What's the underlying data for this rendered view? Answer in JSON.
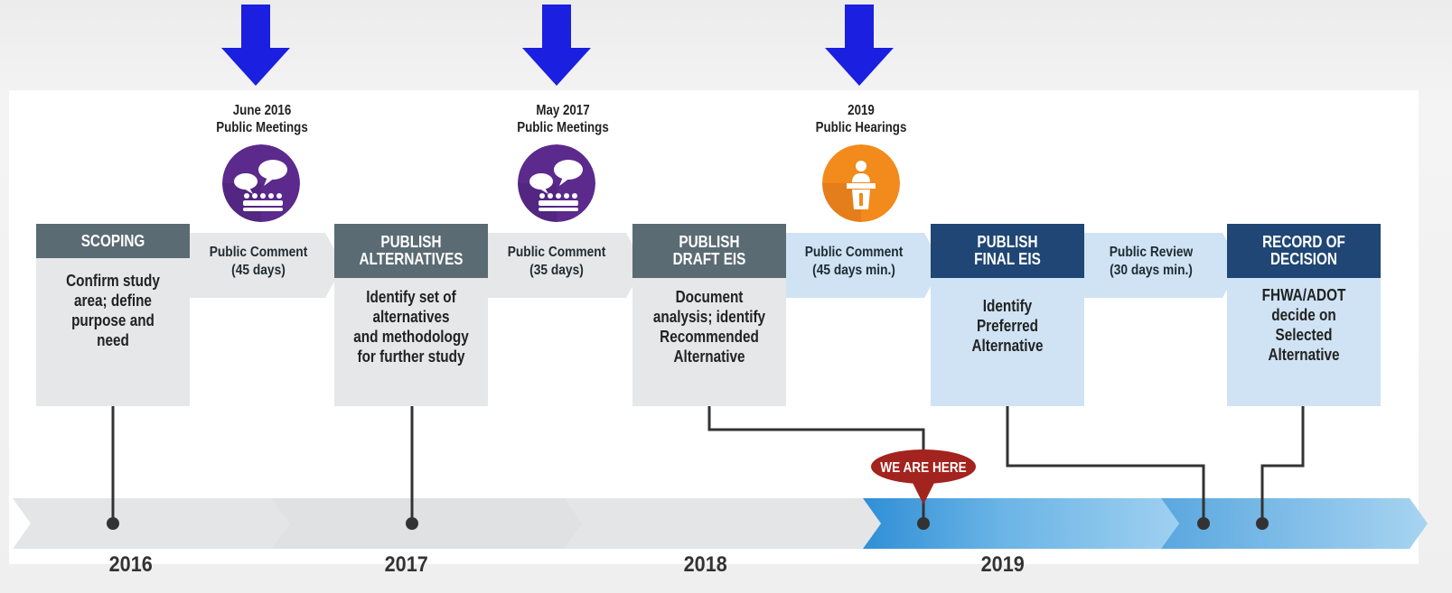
{
  "events": [
    {
      "date": "June 2016",
      "label": "Public Meetings",
      "icon": "meeting-speech-icon"
    },
    {
      "date": "May 2017",
      "label": "Public Meetings",
      "icon": "meeting-speech-icon"
    },
    {
      "date": "2019",
      "label": "Public Hearings",
      "icon": "speaker-podium-icon"
    }
  ],
  "phases": [
    {
      "title": [
        "SCOPING"
      ],
      "description": [
        "Confirm study",
        "area; define",
        "purpose and",
        "need"
      ]
    },
    {
      "title": [
        "PUBLISH",
        "ALTERNATIVES"
      ],
      "description": [
        "Identify set of",
        "alternatives",
        "and methodology",
        "for further study"
      ]
    },
    {
      "title": [
        "PUBLISH",
        "DRAFT EIS"
      ],
      "description": [
        "Document",
        "analysis; identify",
        "Recommended",
        "Alternative"
      ]
    },
    {
      "title": [
        "PUBLISH",
        "FINAL EIS"
      ],
      "description": [
        "Identify",
        "Preferred",
        "Alternative"
      ]
    },
    {
      "title": [
        "RECORD OF",
        "DECISION"
      ],
      "description": [
        "FHWA/ADOT",
        "decide on",
        "Selected",
        "Alternative"
      ]
    }
  ],
  "comment_periods": [
    {
      "line1": "Public Comment",
      "line2": "(45 days)"
    },
    {
      "line1": "Public Comment",
      "line2": "(35 days)"
    },
    {
      "line1": "Public Comment",
      "line2": "(45 days min.)"
    },
    {
      "line1": "Public Review",
      "line2": "(30 days min.)"
    }
  ],
  "marker": {
    "label": "WE ARE HERE"
  },
  "years": [
    "2016",
    "2017",
    "2018",
    "2019"
  ],
  "colors": {
    "arrow": "#1a1fe0",
    "meeting_icon": "#5b2a8c",
    "hearing_icon": "#f28a1c",
    "grey_header": "#5b6b73",
    "blue_header": "#1f4674",
    "marker": "#a3231e",
    "timeline_grey": "#dfe1e3",
    "timeline_blue": "#5aa7df"
  }
}
